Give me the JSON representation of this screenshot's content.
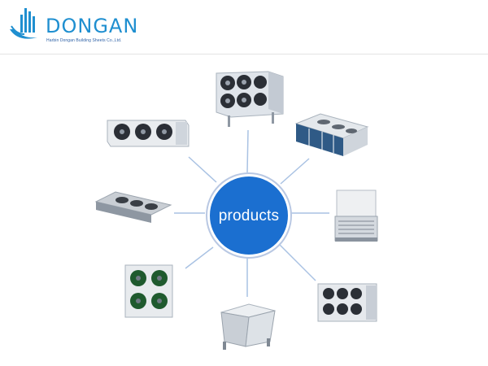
{
  "brand": {
    "name": "DONGAN",
    "tagline": "Harbin Dongan Building Sheets Co.,Ltd.",
    "color": "#1f8fd0"
  },
  "diagram": {
    "center_label": "products",
    "hub_color": "#1b6fd0",
    "spoke_color": "#a9c2e3",
    "products": [
      "condenser-four-fan",
      "dry-cooler-flat",
      "cooling-tower",
      "condenser-six-fan",
      "v-shape-dry-cooler",
      "condenser-square-four-fan",
      "ceiling-unit-cooler",
      "air-cooler-three-fan"
    ]
  }
}
